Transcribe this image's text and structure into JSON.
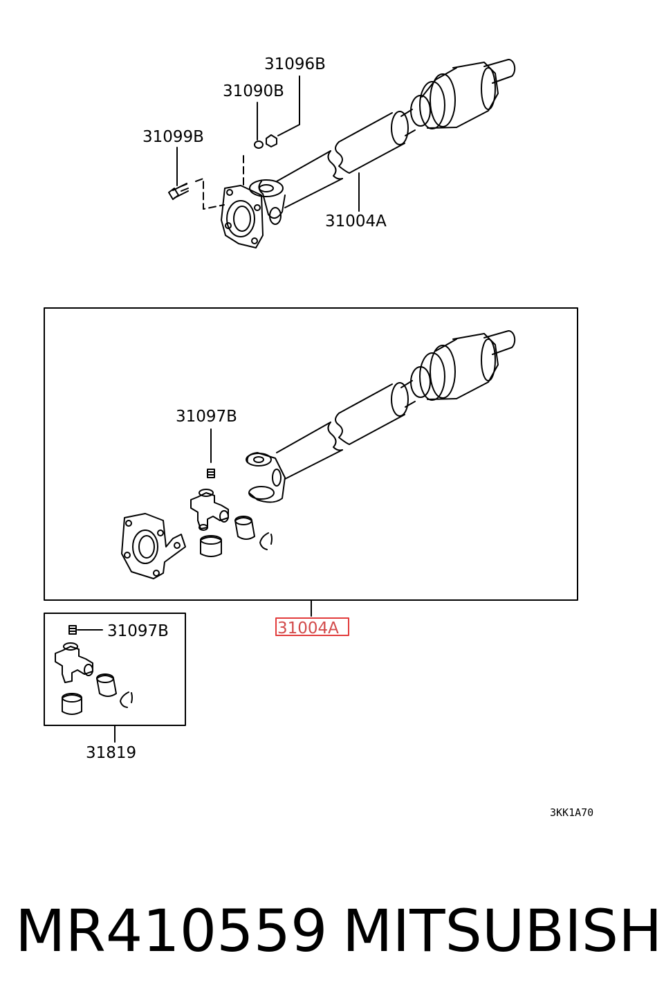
{
  "labels": {
    "top_nut": "31096B",
    "top_washer": "31090B",
    "top_bolt": "31099B",
    "top_shaft": "31004A",
    "mid_grease": "31097B",
    "highlight_shaft": "31004A",
    "kit_grease": "31097B",
    "kit_number": "31819",
    "diagram_code": "3KK1A70"
  },
  "footer": {
    "part_number": "MR410559",
    "brand": "MITSUBISHI"
  },
  "colors": {
    "highlight_border": "#e23b3b",
    "highlight_text": "#d24a4a"
  }
}
